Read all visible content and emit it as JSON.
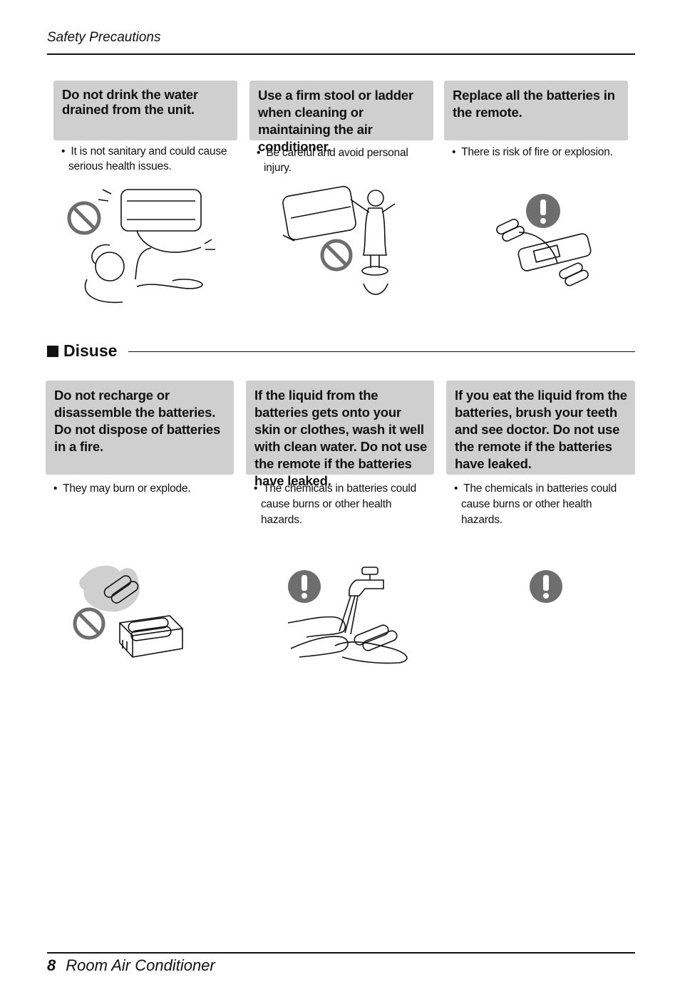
{
  "header": {
    "title": "Safety Precautions"
  },
  "top_panels": [
    {
      "heading": "Do not drink the water drained from the unit.",
      "note": "It is not sanitary and could cause serious health issues."
    },
    {
      "heading": "Use a firm stool or ladder when cleaning or maintaining the air conditioner.",
      "note": "Be careful and avoid personal injury."
    },
    {
      "heading": "Replace all the batteries in the remote.",
      "note": "There is risk of fire or explosion."
    }
  ],
  "section": {
    "title": "Disuse"
  },
  "bottom_panels": [
    {
      "heading": "Do not recharge or disassemble the batteries. Do not dispose of batteries in a fire.",
      "note": "They may burn or explode."
    },
    {
      "heading": "If the liquid from the batteries gets onto your skin or clothes, wash it well with clean water. Do not use the remote if the batteries have leaked.",
      "note": "The chemicals in batteries could cause burns or other health hazards."
    },
    {
      "heading": "If you eat the liquid from the batteries, brush your teeth and see doctor. Do not use the remote if the batteries have leaked.",
      "note": "The chemicals in batteries could cause burns or other health hazards."
    }
  ],
  "footer": {
    "page_number": "8",
    "title": "Room Air Conditioner"
  },
  "icons": [
    "prohibition-icon",
    "warning-exclamation-icon"
  ],
  "colors": {
    "panel_bg": "#cfcfcf",
    "icon_fill": "#6e6e6e",
    "text": "#111111"
  }
}
